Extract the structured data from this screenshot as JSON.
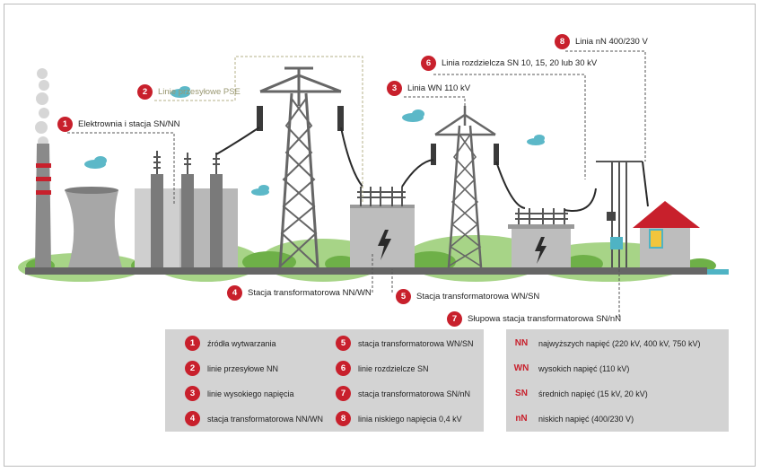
{
  "colors": {
    "accent_red": "#c8202c",
    "tower_gray": "#6a6a6a",
    "building_gray": "#b5b5b5",
    "legend_bg": "#d3d3d3",
    "hill_green": "#92c46a",
    "cloud_teal": "#5cb8c8"
  },
  "callouts": [
    {
      "num": "1",
      "label": "Elektrownia i stacja SN/NN"
    },
    {
      "num": "2",
      "label": "Linie przesyłowe PSE"
    },
    {
      "num": "3",
      "label": "Linia WN 110 kV"
    },
    {
      "num": "6",
      "label": "Linia rozdzielcza SN 10, 15, 20 lub 30 kV"
    },
    {
      "num": "8",
      "label": "Linia nN 400/230 V"
    },
    {
      "num": "4",
      "label": "Stacja transformatorowa NN/WN"
    },
    {
      "num": "5",
      "label": "Stacja transformatorowa WN/SN"
    },
    {
      "num": "7",
      "label": "Słupowa stacja transformatorowa SN/nN"
    }
  ],
  "legend": {
    "left": [
      {
        "num": "1",
        "label": "źródła wytwarzania"
      },
      {
        "num": "2",
        "label": "linie przesyłowe NN"
      },
      {
        "num": "3",
        "label": "linie wysokiego napięcia"
      },
      {
        "num": "4",
        "label": "stacja transformatorowa NN/WN"
      },
      {
        "num": "5",
        "label": "stacja transformatorowa WN/SN"
      },
      {
        "num": "6",
        "label": "linie rozdzielcze SN"
      },
      {
        "num": "7",
        "label": "stacja transformatorowa SN/nN"
      },
      {
        "num": "8",
        "label": "linia niskiego napięcia 0,4 kV"
      }
    ],
    "right": [
      {
        "abbr": "NN",
        "label": "najwyższych napięć (220 kV, 400 kV, 750 kV)"
      },
      {
        "abbr": "WN",
        "label": "wysokich napięć (110 kV)"
      },
      {
        "abbr": "SN",
        "label": "średnich napięć (15 kV, 20 kV)"
      },
      {
        "abbr": "nN",
        "label": "niskich napięć (400/230 V)"
      }
    ]
  }
}
